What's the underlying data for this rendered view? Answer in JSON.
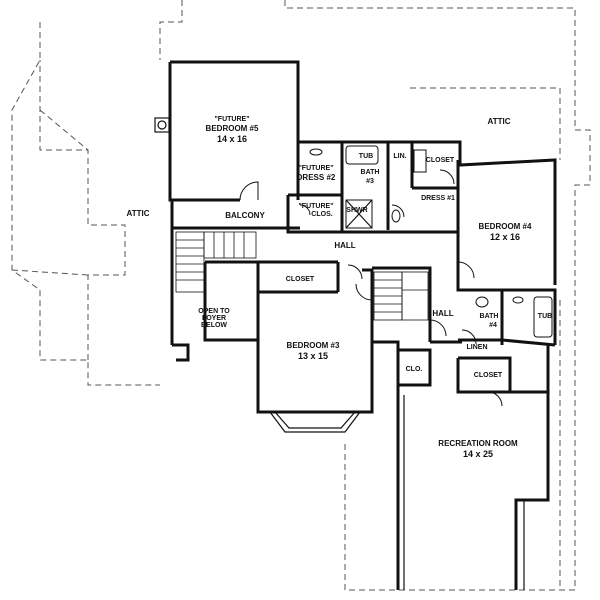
{
  "rooms": {
    "bedroom5_future": "\"FUTURE\"",
    "bedroom5_name": "BEDROOM #5",
    "bedroom5_size": "14 x 16",
    "attic_top": "ATTIC",
    "attic_left": "ATTIC",
    "tub_upper": "TUB",
    "lin": "LIN.",
    "closet_upper": "CLOSET",
    "bath3_name": "BATH",
    "bath3_num": "#3",
    "dress2_future": "\"FUTURE\"",
    "dress2_name": "DRESS #2",
    "shwr": "SHWR",
    "closet_future": "\"FUTURE\"",
    "clos": "CLOS.",
    "dress1": "DRESS #1",
    "balcony": "BALCONY",
    "hall_upper": "HALL",
    "bedroom4_name": "BEDROOM #4",
    "bedroom4_size": "12 x 16",
    "closet_mid": "CLOSET",
    "open_foyer_1": "OPEN TO",
    "open_foyer_2": "FOYER",
    "open_foyer_3": "BELOW",
    "hall_lower": "HALL",
    "bath4_name": "BATH",
    "bath4_num": "#4",
    "tub_lower": "TUB",
    "linen": "LINEN",
    "bedroom3_name": "BEDROOM #3",
    "bedroom3_size": "13 x 15",
    "clo": "CLO.",
    "closet_lower": "CLOSET",
    "rec_name": "RECREATION ROOM",
    "rec_size": "14 x 25"
  }
}
